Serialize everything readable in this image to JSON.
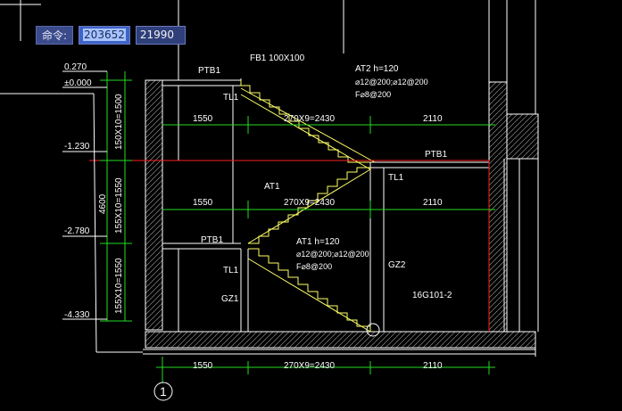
{
  "command": {
    "label": "命令:",
    "x_value": "203652",
    "y_value": "21990"
  },
  "elevations": [
    "0.270",
    "±0.000",
    "-1.230",
    "-2.780",
    "-4.330"
  ],
  "vertical_dims": [
    "150X10=1500",
    "155X10=1550",
    "155X10=1550",
    "4600"
  ],
  "horizontal_dims": {
    "top_row": [
      "1550",
      "270X9=2430",
      "2110"
    ],
    "mid_row": [
      "1550",
      "270X9=2430",
      "2110"
    ],
    "bottom_row": [
      "1550",
      "270X9=2430",
      "2110"
    ]
  },
  "labels": {
    "fb1": "FB1 100X100",
    "ptb1_top": "PTB1",
    "tl1_top": "TL1",
    "ptb1_right": "PTB1",
    "tl1_right": "TL1",
    "at1": "AT1",
    "ptb1_mid": "PTB1",
    "tl1_mid": "TL1",
    "gz1": "GZ1",
    "gz2": "GZ2"
  },
  "at2_note": [
    "AT2 h=120",
    "⌀12@200;⌀12@200",
    "F⌀8@200"
  ],
  "at1_note": [
    "AT1 h=120",
    "⌀12@200;⌀12@200",
    "F⌀8@200"
  ],
  "ref_note": "16G101-2",
  "axis_label": "1"
}
